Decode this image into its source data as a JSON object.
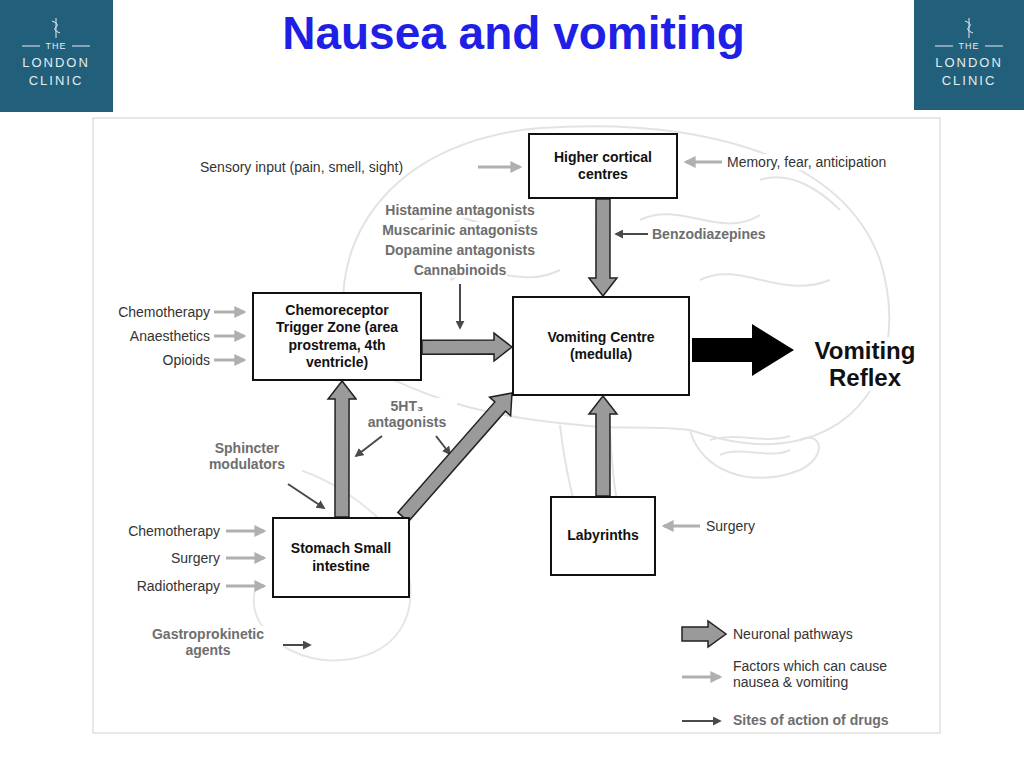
{
  "diagram": {
    "title": "Nausea and vomiting",
    "nodes": [
      {
        "text": [
          "Higher cortical centres"
        ]
      },
      {
        "text": [
          "Chemoreceptor Trigger Zone (area prostrema, 4th ventricle)"
        ]
      },
      {
        "text": [
          "Vomiting Centre (medulla)"
        ]
      },
      {
        "text": [
          "Stomach Small intestine"
        ]
      },
      {
        "text": [
          "Labyrinths"
        ]
      }
    ],
    "edges": [
      {
        "from": 0,
        "to": 2,
        "arrow": "to"
      },
      {
        "from": 1,
        "to": 2,
        "arrow": "to"
      },
      {
        "from": 3,
        "to": 1,
        "arrow": "to"
      },
      {
        "from": 3,
        "to": 2,
        "arrow": "to"
      },
      {
        "from": 4,
        "to": 2,
        "arrow": "to"
      }
    ],
    "labels": [
      "THE",
      "LONDON",
      "CLINIC",
      "THE",
      "LONDON",
      "CLINIC",
      "Sensory input (pain, smell, sight)",
      "Memory, fear, anticipation",
      "Histamine antagonists",
      "Muscarinic antagonists",
      "Dopamine antagonists",
      "Cannabinoids",
      "Benzodiazepines",
      "Chemotherapy",
      "Anaesthetics",
      "Opioids",
      "Vomiting Reflex",
      "5HT₃ antagonists",
      "Sphincter modulators",
      "Surgery",
      "Chemotherapy",
      "Surgery",
      "Radiotherapy",
      "Gastroprokinetic agents"
    ],
    "legend": [
      {
        "text": "Neuronal pathways"
      },
      {
        "text": "Factors which can cause nausea & vomiting"
      },
      {
        "text": "Sites of action of drugs"
      }
    ]
  }
}
